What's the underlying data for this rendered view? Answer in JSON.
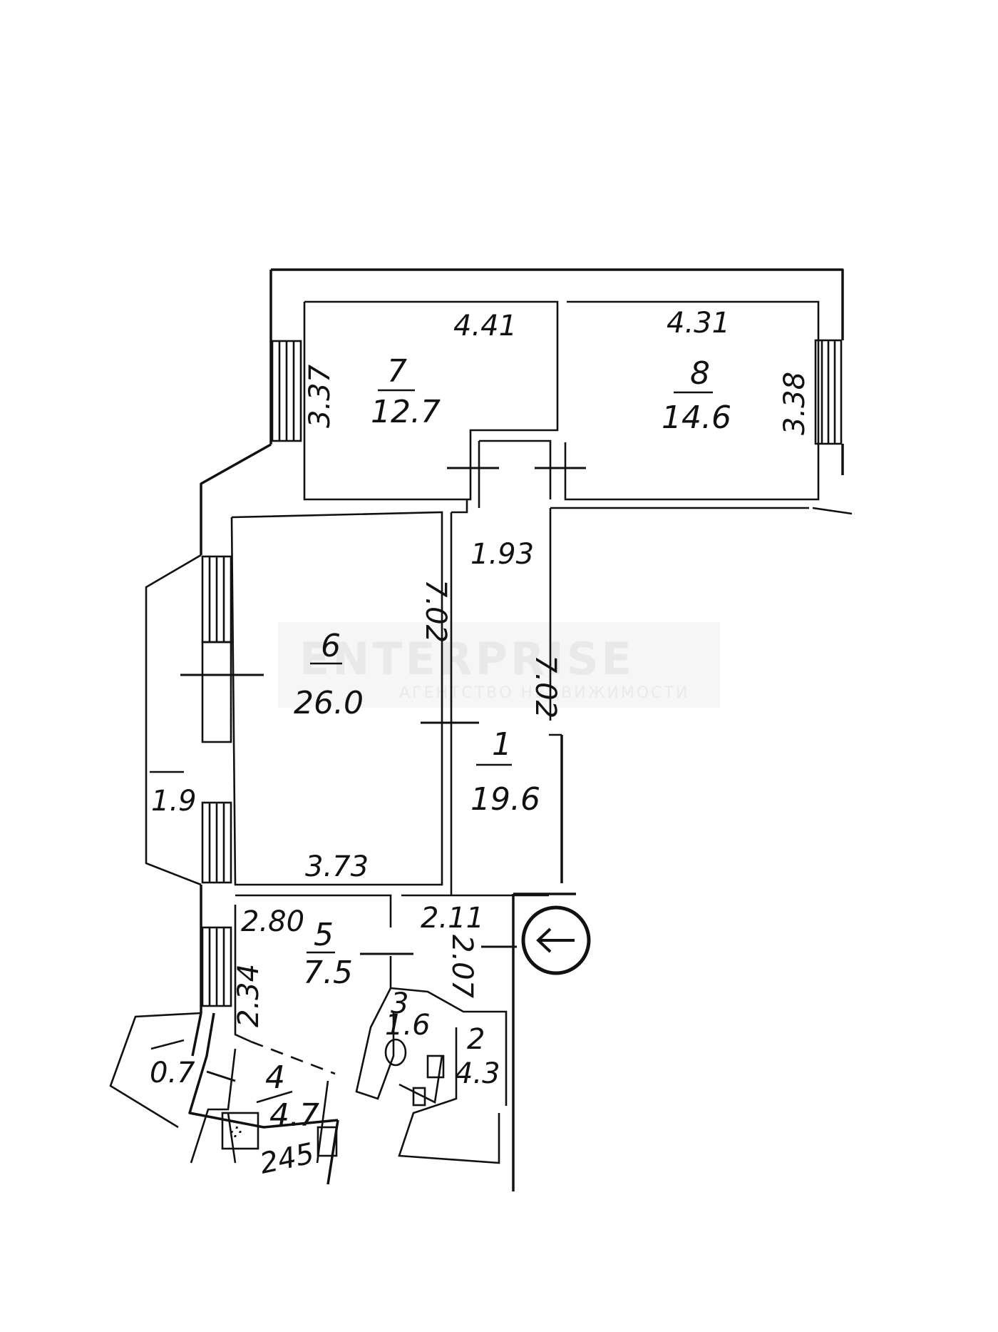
{
  "rooms": [
    {
      "id": "1",
      "area": "19.6"
    },
    {
      "id": "2",
      "area": "4.3"
    },
    {
      "id": "3",
      "area": "1.6"
    },
    {
      "id": "4",
      "area": "4.7"
    },
    {
      "id": "5",
      "area": "7.5"
    },
    {
      "id": "6",
      "area": "26.0"
    },
    {
      "id": "7",
      "area": "12.7"
    },
    {
      "id": "8",
      "area": "14.6"
    }
  ],
  "balconies": [
    {
      "area": "1.9"
    },
    {
      "area": "0.7"
    }
  ],
  "dimensions": {
    "room7_width": "4.41",
    "room7_depth": "3.37",
    "room8_width": "4.31",
    "room8_depth": "3.38",
    "corridor_width": "1.93",
    "corridor_length": "7.02",
    "room6_length": "7.02",
    "room6_width": "3.73",
    "room5_width": "2.80",
    "room5_depth": "2.34",
    "hall_width": "2.11",
    "hall_depth": "2.07",
    "kitchen_dim": "245"
  },
  "watermark": {
    "brand": "ENTERPRISE",
    "tagline": "АГЕНТСТВО НЕДВИЖИМОСТИ"
  },
  "entrance": {
    "icon": "arrow-left-icon"
  }
}
